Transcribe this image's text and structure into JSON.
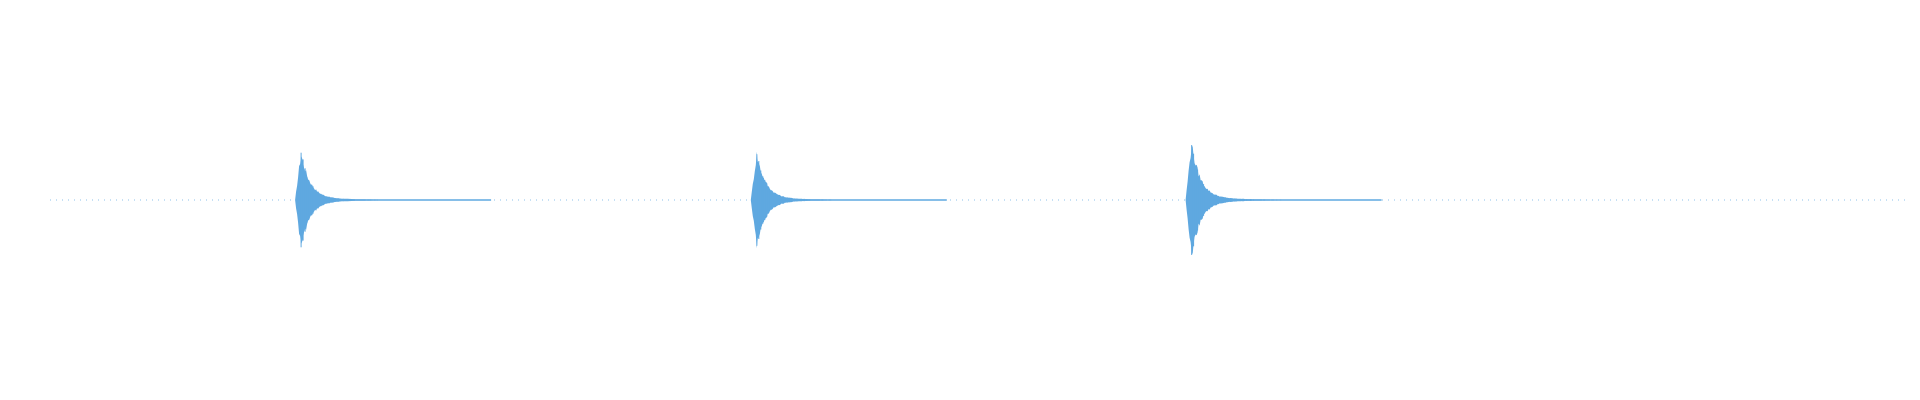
{
  "waveform": {
    "color": "#5fa8e0",
    "onsets": [
      {
        "position": 0.1353,
        "peak": 0.52
      },
      {
        "position": 0.3808,
        "peak": 0.51
      },
      {
        "position": 0.6151,
        "peak": 0.62
      }
    ],
    "noise_floor": 0.01
  }
}
